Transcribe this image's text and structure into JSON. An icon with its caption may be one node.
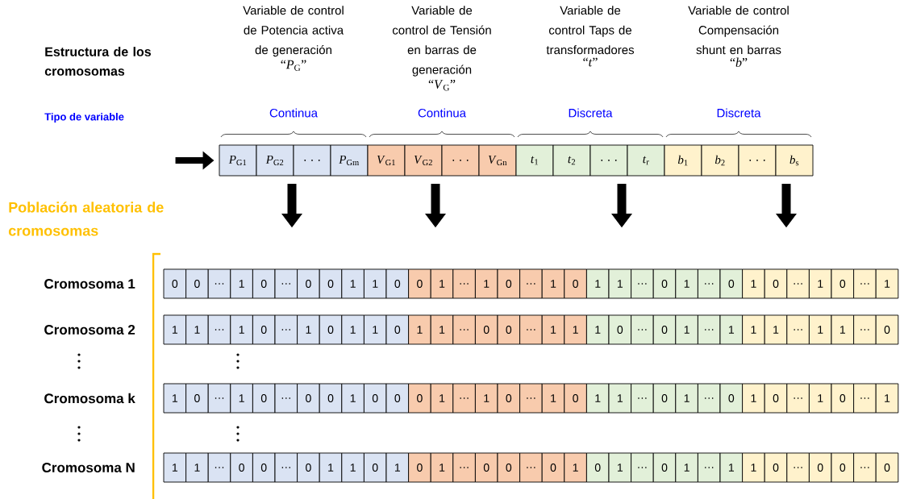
{
  "diagram": {
    "nodes": [
      {
        "text": [
          "*P*$_{G1}$"
        ]
      },
      {
        "text": [
          "*P*$_{G2}$"
        ]
      },
      {
        "text": [
          ". . ."
        ]
      },
      {
        "text": [
          "*P*$_{Gm}$"
        ]
      },
      {
        "text": [
          "*V*$_{G1}$"
        ]
      },
      {
        "text": [
          "*V*$_{G2}$"
        ]
      },
      {
        "text": [
          ". . ."
        ]
      },
      {
        "text": [
          "*V*$_{Gn}$"
        ]
      },
      {
        "text": [
          "*t*$_{1}$"
        ]
      },
      {
        "text": [
          "*t*$_{2}$"
        ]
      },
      {
        "text": [
          ". . ."
        ]
      },
      {
        "text": [
          "*t*$_{r}$"
        ]
      },
      {
        "text": [
          "*b*$_{1}$"
        ]
      },
      {
        "text": [
          "*b*$_{2}$"
        ]
      },
      {
        "text": [
          ". . ."
        ]
      },
      {
        "text": [
          "*b*$_{s}$"
        ]
      },
      {
        "text": [
          "0"
        ]
      },
      {
        "text": [
          "0"
        ]
      },
      {
        "text": [
          "…"
        ]
      },
      {
        "text": [
          "1"
        ]
      },
      {
        "text": [
          "0"
        ]
      },
      {
        "text": [
          "…"
        ]
      },
      {
        "text": [
          "0"
        ]
      },
      {
        "text": [
          "0"
        ]
      },
      {
        "text": [
          "1"
        ]
      },
      {
        "text": [
          "1"
        ]
      },
      {
        "text": [
          "0"
        ]
      },
      {
        "text": [
          "0"
        ]
      },
      {
        "text": [
          "1"
        ]
      },
      {
        "text": [
          "…"
        ]
      },
      {
        "text": [
          "1"
        ]
      },
      {
        "text": [
          "0"
        ]
      },
      {
        "text": [
          "…"
        ]
      },
      {
        "text": [
          "1"
        ]
      },
      {
        "text": [
          "0"
        ]
      },
      {
        "text": [
          "1"
        ]
      },
      {
        "text": [
          "1"
        ]
      },
      {
        "text": [
          "…"
        ]
      },
      {
        "text": [
          "0"
        ]
      },
      {
        "text": [
          "1"
        ]
      },
      {
        "text": [
          "…"
        ]
      },
      {
        "text": [
          "0"
        ]
      },
      {
        "text": [
          "1"
        ]
      },
      {
        "text": [
          "0"
        ]
      },
      {
        "text": [
          "…"
        ]
      },
      {
        "text": [
          "1"
        ]
      },
      {
        "text": [
          "0"
        ]
      },
      {
        "text": [
          "…"
        ]
      },
      {
        "text": [
          "1"
        ]
      },
      {
        "text": [
          "1"
        ]
      },
      {
        "text": [
          "1"
        ]
      },
      {
        "text": [
          "…"
        ]
      },
      {
        "text": [
          "1"
        ]
      },
      {
        "text": [
          "0"
        ]
      },
      {
        "text": [
          "…"
        ]
      },
      {
        "text": [
          "1"
        ]
      },
      {
        "text": [
          "0"
        ]
      },
      {
        "text": [
          "1"
        ]
      },
      {
        "text": [
          "1"
        ]
      },
      {
        "text": [
          "0"
        ]
      },
      {
        "text": [
          "1"
        ]
      },
      {
        "text": [
          "1"
        ]
      },
      {
        "text": [
          "…"
        ]
      },
      {
        "text": [
          "0"
        ]
      },
      {
        "text": [
          "0"
        ]
      },
      {
        "text": [
          "…"
        ]
      },
      {
        "text": [
          "1"
        ]
      },
      {
        "text": [
          "1"
        ]
      },
      {
        "text": [
          "1"
        ]
      },
      {
        "text": [
          "0"
        ]
      },
      {
        "text": [
          "…"
        ]
      },
      {
        "text": [
          "0"
        ]
      },
      {
        "text": [
          "1"
        ]
      },
      {
        "text": [
          "…"
        ]
      },
      {
        "text": [
          "1"
        ]
      },
      {
        "text": [
          "1"
        ]
      },
      {
        "text": [
          "1"
        ]
      },
      {
        "text": [
          "…"
        ]
      },
      {
        "text": [
          "1"
        ]
      },
      {
        "text": [
          "1"
        ]
      },
      {
        "text": [
          "…"
        ]
      },
      {
        "text": [
          "0"
        ]
      },
      {
        "text": [
          "1"
        ]
      },
      {
        "text": [
          "0"
        ]
      },
      {
        "text": [
          "…"
        ]
      },
      {
        "text": [
          "1"
        ]
      },
      {
        "text": [
          "0"
        ]
      },
      {
        "text": [
          "…"
        ]
      },
      {
        "text": [
          "0"
        ]
      },
      {
        "text": [
          "0"
        ]
      },
      {
        "text": [
          "1"
        ]
      },
      {
        "text": [
          "0"
        ]
      },
      {
        "text": [
          "0"
        ]
      },
      {
        "text": [
          "0"
        ]
      },
      {
        "text": [
          "1"
        ]
      },
      {
        "text": [
          "…"
        ]
      },
      {
        "text": [
          "1"
        ]
      },
      {
        "text": [
          "0"
        ]
      },
      {
        "text": [
          "…"
        ]
      },
      {
        "text": [
          "1"
        ]
      },
      {
        "text": [
          "0"
        ]
      },
      {
        "text": [
          "1"
        ]
      },
      {
        "text": [
          "1"
        ]
      },
      {
        "text": [
          "…"
        ]
      },
      {
        "text": [
          "0"
        ]
      },
      {
        "text": [
          "1"
        ]
      },
      {
        "text": [
          "…"
        ]
      },
      {
        "text": [
          "0"
        ]
      },
      {
        "text": [
          "1"
        ]
      },
      {
        "text": [
          "0"
        ]
      },
      {
        "text": [
          "…"
        ]
      },
      {
        "text": [
          "1"
        ]
      },
      {
        "text": [
          "0"
        ]
      },
      {
        "text": [
          "…"
        ]
      },
      {
        "text": [
          "1"
        ]
      },
      {
        "text": [
          "1"
        ]
      },
      {
        "text": [
          "1"
        ]
      },
      {
        "text": [
          "…"
        ]
      },
      {
        "text": [
          "0"
        ]
      },
      {
        "text": [
          "0"
        ]
      },
      {
        "text": [
          "…"
        ]
      },
      {
        "text": [
          "0"
        ]
      },
      {
        "text": [
          "1"
        ]
      },
      {
        "text": [
          "1"
        ]
      },
      {
        "text": [
          "0"
        ]
      },
      {
        "text": [
          "1"
        ]
      },
      {
        "text": [
          "0"
        ]
      },
      {
        "text": [
          "1"
        ]
      },
      {
        "text": [
          "…"
        ]
      },
      {
        "text": [
          "0"
        ]
      },
      {
        "text": [
          "0"
        ]
      },
      {
        "text": [
          "…"
        ]
      },
      {
        "text": [
          "0"
        ]
      },
      {
        "text": [
          "1"
        ]
      },
      {
        "text": [
          "0"
        ]
      },
      {
        "text": [
          "1"
        ]
      },
      {
        "text": [
          "…"
        ]
      },
      {
        "text": [
          "0"
        ]
      },
      {
        "text": [
          "1"
        ]
      },
      {
        "text": [
          "…"
        ]
      },
      {
        "text": [
          "1"
        ]
      },
      {
        "text": [
          "1"
        ]
      },
      {
        "text": [
          "0"
        ]
      },
      {
        "text": [
          "…"
        ]
      },
      {
        "text": [
          "0"
        ]
      },
      {
        "text": [
          "0"
        ]
      },
      {
        "text": [
          "…"
        ]
      },
      {
        "text": [
          "0"
        ]
      }
    ],
    "edges": [
      {
        "from": null,
        "to": 0,
        "arrow": "to"
      },
      {
        "from": 1,
        "to": null,
        "arrow": "to"
      },
      {
        "from": 5,
        "to": null,
        "arrow": "to"
      },
      {
        "from": 10,
        "to": null,
        "arrow": "to"
      },
      {
        "from": 15,
        "to": null,
        "arrow": "to"
      }
    ],
    "labels": [
      "Variable de control de Potencia activa de generación",
      "“*P*$_{G}$”",
      "Variable de control de Tensión en barras de generación",
      "“*V*$_{G}$”",
      "Variable de control Taps de transformadores",
      "“*t*”",
      "Variable de control Compensación shunt en barras",
      "“*b*”",
      "Estructura de los cromosomas",
      "Tipo de variable",
      "Continua",
      "Continua",
      "Discreta",
      "Discreta",
      "Población aleatoria de cromosomas",
      "Cromosoma 1",
      "Cromosoma 2",
      "Cromosoma k",
      "Cromosoma N"
    ]
  }
}
